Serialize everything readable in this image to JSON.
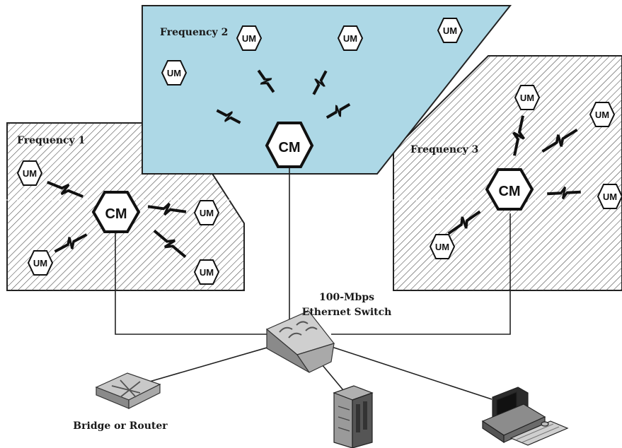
{
  "zones": {
    "f1": {
      "label": "Frequency 1"
    },
    "f2": {
      "label": "Frequency 2"
    },
    "f3": {
      "label": "Frequency 3"
    }
  },
  "nodes": {
    "cm": "CM",
    "um": "UM"
  },
  "switch": {
    "label_line1": "100-Mbps",
    "label_line2": "Ethernet Switch"
  },
  "devices": {
    "router_label": "Bridge or Router"
  },
  "colors": {
    "zone2_fill": "#add8e6",
    "hatch": "#444444",
    "outline": "#222222"
  }
}
